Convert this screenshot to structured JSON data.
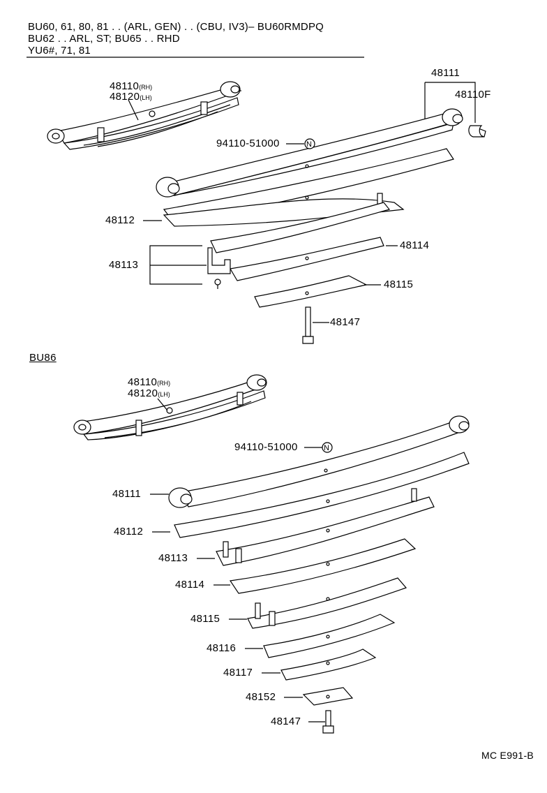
{
  "header": {
    "line1": "BU60, 61, 80, 81 . . (ARL, GEN) . . (CBU, IV3)– BU60RMDPQ",
    "line2": "BU62 . . ARL, ST; BU65 . . RHD",
    "line3": "YU6#, 71, 81"
  },
  "top_section": {
    "assy_rh": "48110",
    "assy_rh_sub": "(RH)",
    "assy_lh": "48120",
    "assy_lh_sub": "(LH)",
    "leaf_main": "48111",
    "bushing": "48110F",
    "bolt_no": "94110-51000",
    "n_mark": "N",
    "leaf_2": "48112",
    "clip": "48113",
    "leaf_3": "48114",
    "leaf_4": "48115",
    "center_bolt": "48147"
  },
  "bottom_section": {
    "title": "BU86",
    "assy_rh": "48110",
    "assy_rh_sub": "(RH)",
    "assy_lh": "48120",
    "assy_lh_sub": "(LH)",
    "bolt_no": "94110-51000",
    "n_mark": "N",
    "leaf_1": "48111",
    "leaf_2": "48112",
    "leaf_3": "48113",
    "leaf_4": "48114",
    "leaf_5": "48115",
    "leaf_6": "48116",
    "leaf_7": "48117",
    "spacer": "48152",
    "center_bolt": "48147"
  },
  "footer": {
    "code": "MC E991-B"
  }
}
